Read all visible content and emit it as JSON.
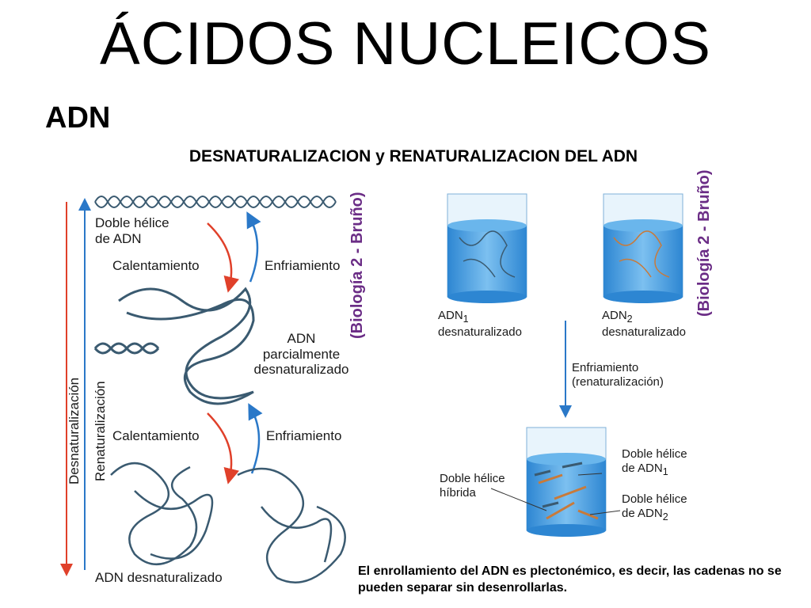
{
  "title": "ÁCIDOS NUCLEICOS",
  "subtitle": "ADN",
  "heading": "DESNATURALIZACION y RENATURALIZACION DEL ADN",
  "left_panel": {
    "double_helix": "Doble hélice\nde ADN",
    "heating_1": "Calentamiento",
    "cooling_1": "Enfriamiento",
    "partial": "ADN\nparcialmente\ndesnaturalizado",
    "heating_2": "Calentamiento",
    "cooling_2": "Enfriamiento",
    "denatured": "ADN desnaturalizado",
    "axis_denat": "Desnaturalización",
    "axis_renat": "Renaturalización",
    "source": "(Biología 2 - Bruño)"
  },
  "right_panel": {
    "adn1": "ADN",
    "adn1_sub": "1",
    "adn1_state": "desnaturalizado",
    "adn2": "ADN",
    "adn2_sub": "2",
    "adn2_state": "desnaturalizado",
    "cooling": "Enfriamiento",
    "cooling_sub": "(renaturalización)",
    "hybrid": "Doble hélice\nhíbrida",
    "helix_adn1_a": "Doble hélice",
    "helix_adn1_b": "de ADN",
    "helix_adn1_sub": "1",
    "helix_adn2_a": "Doble hélice",
    "helix_adn2_b": "de ADN",
    "helix_adn2_sub": "2",
    "source": "(Biología 2 - Bruño)"
  },
  "caption": "El enrollamiento del ADN es plectonémico, es decir, las cadenas no se  pueden separar sin desenrollarlas.",
  "colors": {
    "helix": "#3a5a70",
    "heat": "#e0402a",
    "cool": "#2a78c8",
    "water": "#3a9ae0",
    "strand2": "#c87a3a",
    "source": "#6b2d86"
  }
}
